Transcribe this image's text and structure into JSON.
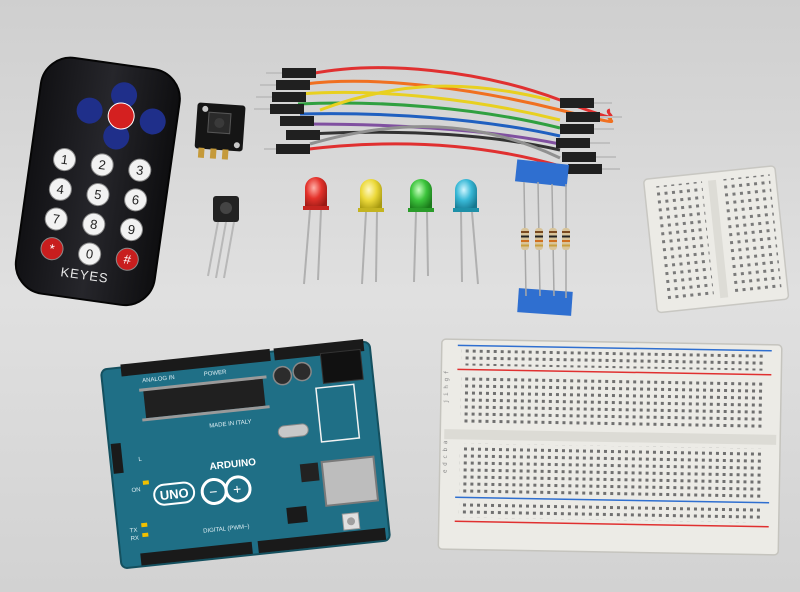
{
  "remote": {
    "brand": "KEYES",
    "keys": [
      "1",
      "2",
      "3",
      "4",
      "5",
      "6",
      "7",
      "8",
      "9",
      "*",
      "0",
      "#"
    ]
  },
  "arduino": {
    "model": "UNO",
    "brand": "ARDUINO",
    "made_in": "MADE IN ITALY",
    "analog_in": "ANALOG IN",
    "power": "POWER",
    "digital": "DIGITAL (PWM~)",
    "on_label": "ON",
    "tx_label": "TX",
    "rx_label": "RX",
    "l_label": "L"
  },
  "breadboard": {
    "row_letters_top": "j i h g f",
    "row_letters_bottom": "e d c b a"
  },
  "colors": {
    "background": "#d9d9d9",
    "pcb": "#1f6f86",
    "breadboard": "#ecebe6",
    "remote": "#1e1e22",
    "led_red": "#e4322b",
    "led_yellow": "#ecd93a",
    "led_green": "#3cc43c",
    "led_blue": "#38b8d6",
    "resistor_tape": "#2f6fd0"
  }
}
